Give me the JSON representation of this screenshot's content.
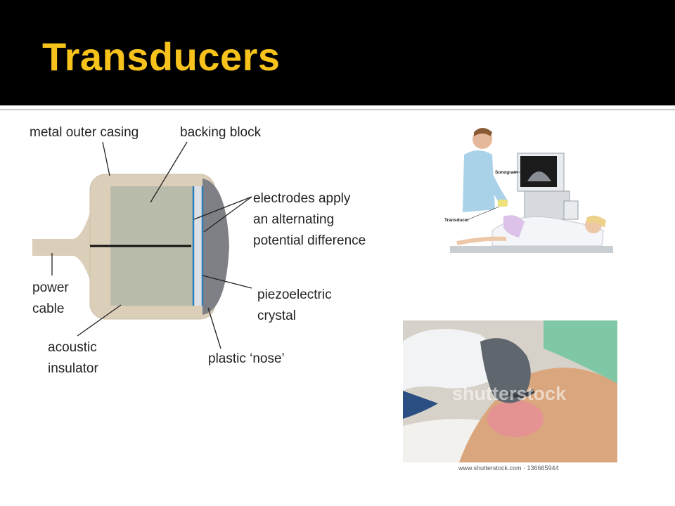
{
  "slide": {
    "title": "Transducers"
  },
  "diagram": {
    "labels": {
      "metal_outer_casing": "metal outer casing",
      "backing_block": "backing block",
      "electrodes_1": "electrodes apply",
      "electrodes_2": "an alternating",
      "electrodes_3": "potential difference",
      "power_1": "power",
      "power_2": "cable",
      "piezo_1": "piezoelectric",
      "piezo_2": "crystal",
      "acoustic_1": "acoustic",
      "acoustic_2": "insulator",
      "nose": "plastic ‘nose’"
    },
    "colors": {
      "casing": "#dccfb9",
      "block": "#b9bcaa",
      "electrode": "#2d7fb8",
      "nose": "#7f7f86"
    }
  },
  "illustration": {
    "sonogram_label": "Sonogram",
    "transducer_label": "Transducer"
  },
  "stock_photo": {
    "watermark": "shutterstock",
    "caption": "www.shutterstock.com · 136665944"
  }
}
